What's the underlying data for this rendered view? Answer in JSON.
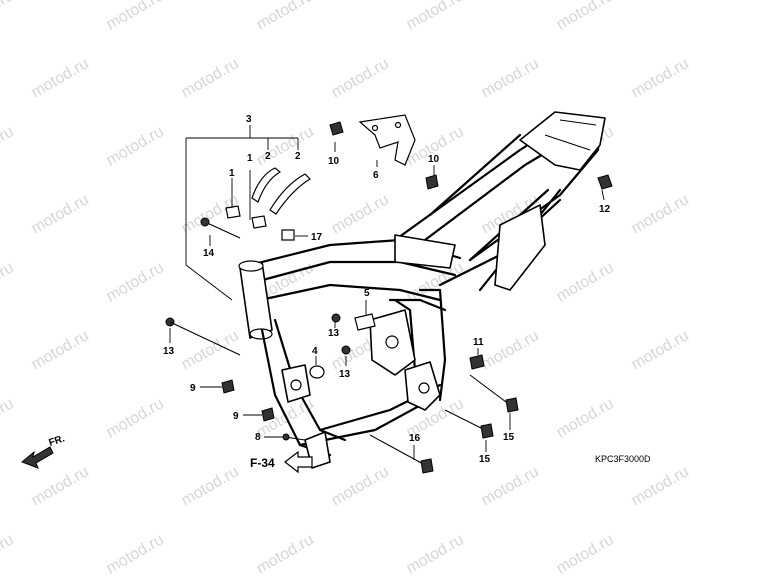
{
  "watermark": "motod.ru",
  "diagram_code": "KPC3F3000D",
  "page_ref": "F-34",
  "direction_label": "FR.",
  "callouts": [
    "1",
    "1",
    "2",
    "2",
    "3",
    "4",
    "5",
    "6",
    "8",
    "9",
    "9",
    "10",
    "10",
    "11",
    "12",
    "13",
    "13",
    "13",
    "14",
    "15",
    "15",
    "16",
    "17"
  ]
}
